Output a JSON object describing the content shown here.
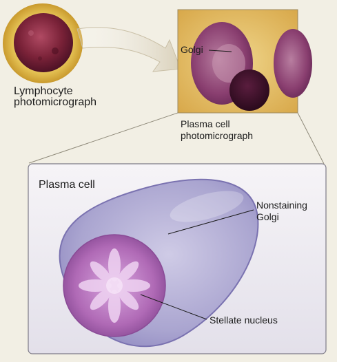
{
  "labels": {
    "lymphocyte_line1": "Lymphocyte",
    "lymphocyte_line2": "photomicrograph",
    "plasma_photo_line1": "Plasma cell",
    "plasma_photo_line2": "photomicrograph",
    "golgi_photo": "Golgi",
    "plasma_cell_title": "Plasma cell",
    "nonstaining_line1": "Nonstaining",
    "nonstaining_line2": "Golgi",
    "stellate_nucleus": "Stellate nucleus"
  },
  "colors": {
    "background": "#f2efe4",
    "lymph_ring": "#e9c85a",
    "lymph_nucleus": "#7a2238",
    "micrograph_bg": "#e8c46a",
    "plasma_cytoplasm": "#b7b3d6",
    "plasma_nucleus": "#b56bb8",
    "panel_bg": "#eceaf0"
  }
}
